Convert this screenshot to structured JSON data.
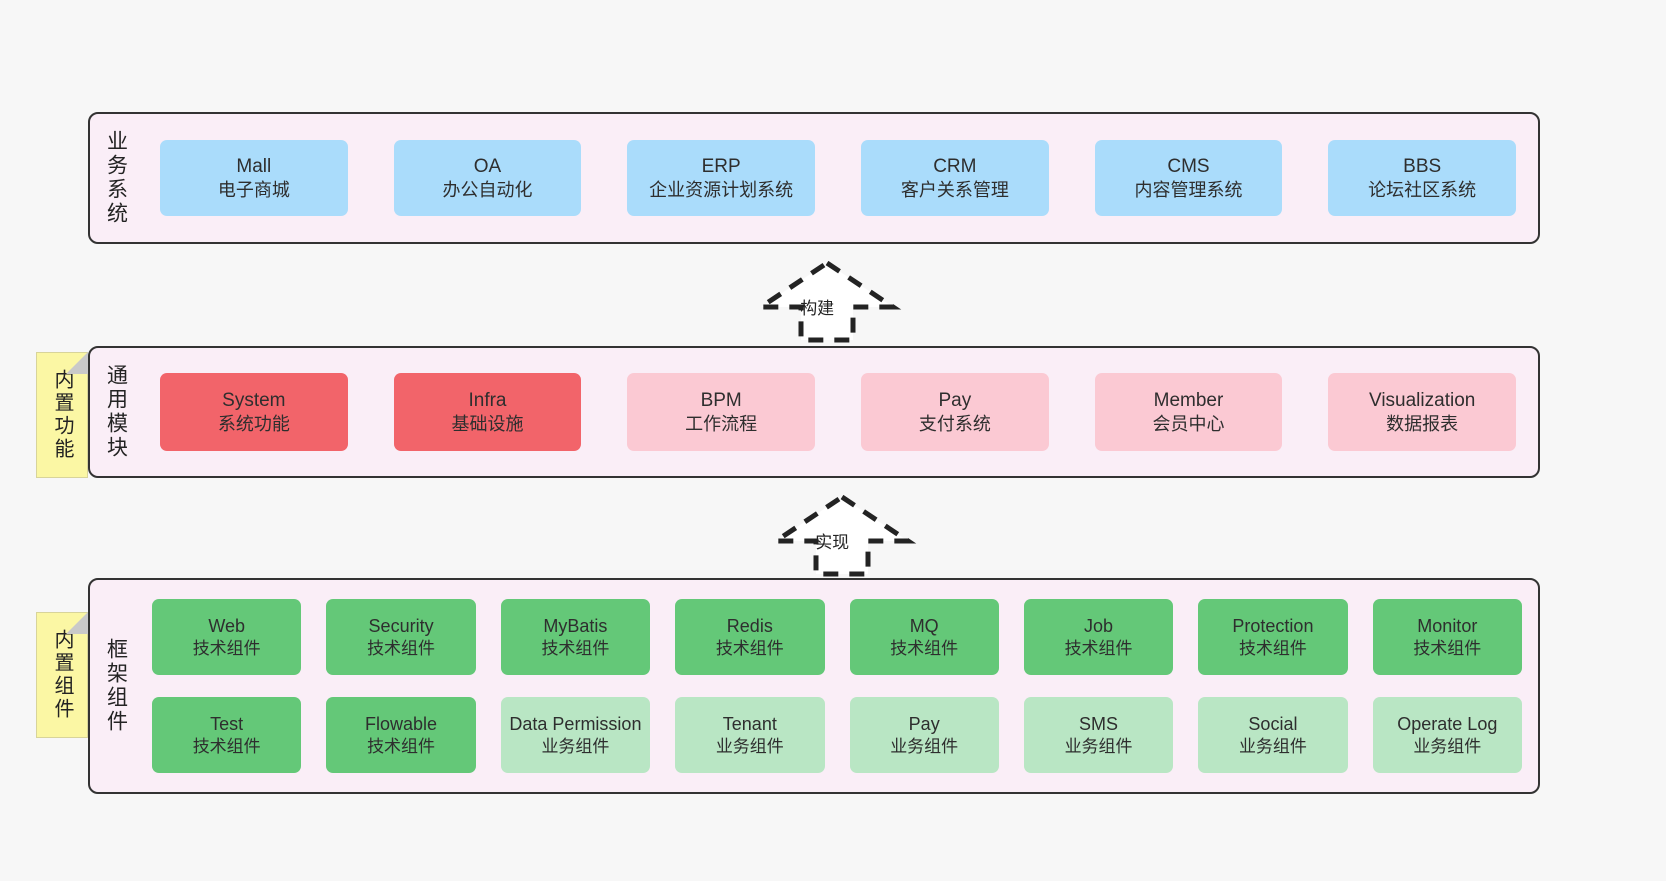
{
  "diagram": {
    "type": "layered-architecture",
    "background": "#f7f7f7"
  },
  "colors": {
    "layer_bg": "#faeef7",
    "layer_border": "#333333",
    "business_node": "#aadcfb",
    "module_core": "#f2646a",
    "module_optional": "#fbc9d3",
    "component_tech": "#64c878",
    "component_biz": "#b9e6c4",
    "sticky": "#fbf7a4"
  },
  "layers": {
    "business": {
      "title": "业务系统",
      "nodes": [
        {
          "en": "Mall",
          "cn": "电子商城"
        },
        {
          "en": "OA",
          "cn": "办公自动化"
        },
        {
          "en": "ERP",
          "cn": "企业资源计划系统"
        },
        {
          "en": "CRM",
          "cn": "客户关系管理"
        },
        {
          "en": "CMS",
          "cn": "内容管理系统"
        },
        {
          "en": "BBS",
          "cn": "论坛社区系统"
        }
      ]
    },
    "modules": {
      "title": "通用模块",
      "nodes": [
        {
          "en": "System",
          "cn": "系统功能",
          "variant": "core"
        },
        {
          "en": "Infra",
          "cn": "基础设施",
          "variant": "core"
        },
        {
          "en": "BPM",
          "cn": "工作流程",
          "variant": "optional"
        },
        {
          "en": "Pay",
          "cn": "支付系统",
          "variant": "optional"
        },
        {
          "en": "Member",
          "cn": "会员中心",
          "variant": "optional"
        },
        {
          "en": "Visualization",
          "cn": "数据报表",
          "variant": "optional"
        }
      ]
    },
    "framework": {
      "title": "框架组件",
      "nodes": [
        {
          "en": "Web",
          "cn": "技术组件",
          "variant": "tech"
        },
        {
          "en": "Security",
          "cn": "技术组件",
          "variant": "tech"
        },
        {
          "en": "MyBatis",
          "cn": "技术组件",
          "variant": "tech"
        },
        {
          "en": "Redis",
          "cn": "技术组件",
          "variant": "tech"
        },
        {
          "en": "MQ",
          "cn": "技术组件",
          "variant": "tech"
        },
        {
          "en": "Job",
          "cn": "技术组件",
          "variant": "tech"
        },
        {
          "en": "Protection",
          "cn": "技术组件",
          "variant": "tech"
        },
        {
          "en": "Monitor",
          "cn": "技术组件",
          "variant": "tech"
        },
        {
          "en": "Test",
          "cn": "技术组件",
          "variant": "tech"
        },
        {
          "en": "Flowable",
          "cn": "技术组件",
          "variant": "tech"
        },
        {
          "en": "Data Permission",
          "cn": "业务组件",
          "variant": "biz"
        },
        {
          "en": "Tenant",
          "cn": "业务组件",
          "variant": "biz"
        },
        {
          "en": "Pay",
          "cn": "业务组件",
          "variant": "biz"
        },
        {
          "en": "SMS",
          "cn": "业务组件",
          "variant": "biz"
        },
        {
          "en": "Social",
          "cn": "业务组件",
          "variant": "biz"
        },
        {
          "en": "Operate Log",
          "cn": "业务组件",
          "variant": "biz"
        }
      ]
    }
  },
  "stickies": [
    {
      "label": "内置功能"
    },
    {
      "label": "内置组件"
    }
  ],
  "arrows": [
    {
      "label": "构建",
      "direction": "up"
    },
    {
      "label": "实现",
      "direction": "up"
    }
  ]
}
